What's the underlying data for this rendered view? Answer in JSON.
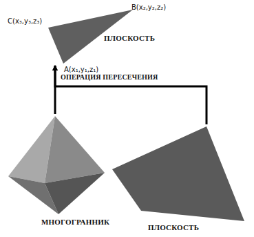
{
  "diagram": {
    "nodes": [
      {
        "text": [
          "C(x₃,y₃,z₃)",
          "B(x₂,y₂,z₂)",
          "ПЛОСКОСТЬ",
          "A(x₁,y₁,z₁)"
        ]
      },
      {
        "text": [
          "МНОГОГРАННИК"
        ]
      },
      {
        "text": [
          "ПЛОСКОСТЬ"
        ]
      }
    ],
    "edges": [
      {
        "from": 1,
        "to": 0,
        "arrow": "to"
      },
      {
        "from": 2,
        "to": 0,
        "arrow": "to"
      }
    ],
    "labels": [
      "ОПЕРАЦИЯ ПЕРЕСЕЧЕНИЯ"
    ]
  }
}
